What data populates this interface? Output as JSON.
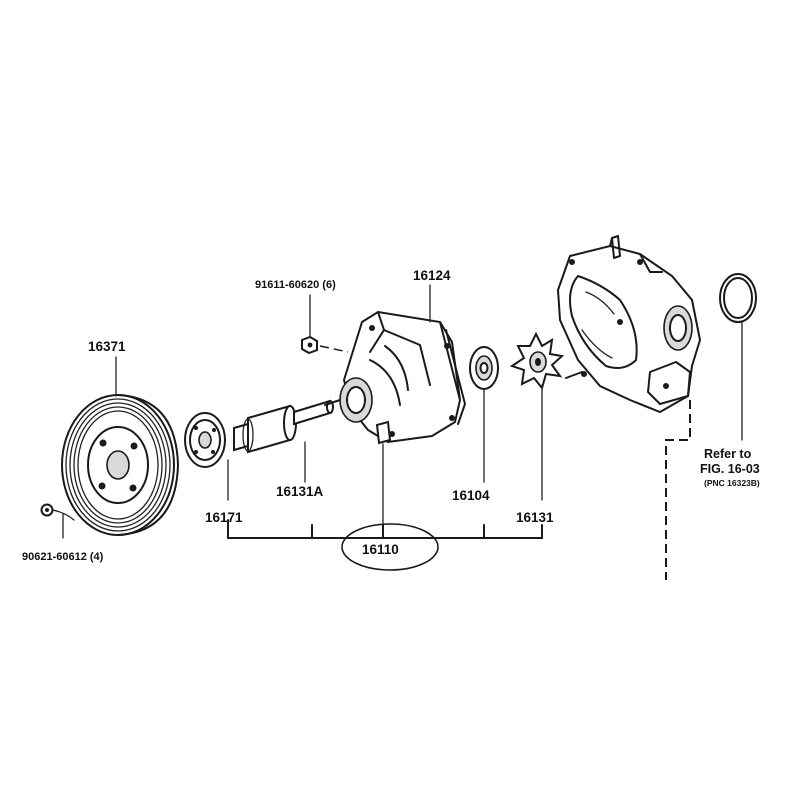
{
  "diagram": {
    "part_labels": {
      "pulley": "16371",
      "pulley_bolt": "90621-60612 (4)",
      "flange": "16171",
      "shaft_bearing": "16131A",
      "nut": "91611-60620 (6)",
      "pump_body": "16124",
      "seal": "16104",
      "impeller": "16131",
      "assembly": "16110"
    },
    "reference": {
      "line1": "Refer to",
      "line2": "FIG. 16-03",
      "line3": "(PNC 16323B)"
    }
  }
}
